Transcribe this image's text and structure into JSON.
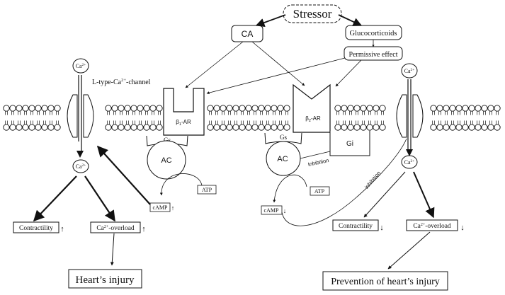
{
  "stressor": "Stressor",
  "ca": "CA",
  "glucocorticoids": "Glucocorticoids",
  "permissive_effect": "Permissive effect",
  "ca2_ion": "Ca",
  "ca2_sup": "2+",
  "channel_label": {
    "prefix": "L-type-Ca",
    "sup": "2+",
    "suffix": "-channel"
  },
  "receptors": {
    "beta1": {
      "b": "β",
      "sub": "1",
      "suffix": "-AR"
    },
    "beta2": {
      "b": "β",
      "sub": "2",
      "suffix": "-AR"
    }
  },
  "gs": "Gs",
  "gi": "Gi",
  "ac": "AC",
  "atp": "ATP",
  "camp": "cAMP",
  "inhibition": "Inhibition",
  "inhibition_lower": "inhibition",
  "arrow_up": "↑",
  "arrow_down": "↓",
  "contractility": "Contractility",
  "overload": {
    "prefix": "Ca",
    "sup": "2+",
    "suffix": "-overload"
  },
  "heart_injury": "Heart’s injury",
  "prevention": "Prevention of heart’s injury"
}
